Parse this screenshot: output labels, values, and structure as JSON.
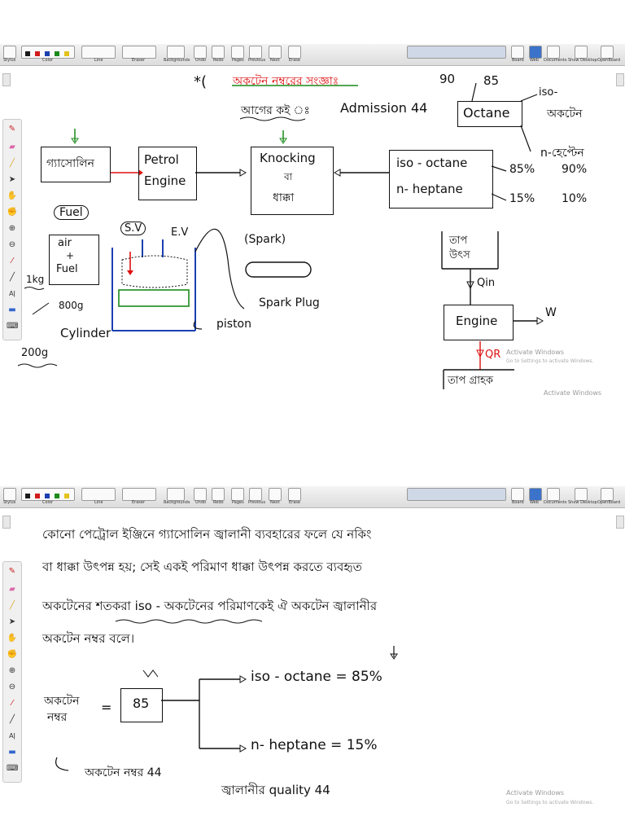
{
  "toolbar": {
    "labels": [
      "Stylus",
      "Color",
      "Line",
      "Eraser",
      "Backgrounds",
      "Undo",
      "Redo",
      "Pages",
      "Previous",
      "Next",
      "Erase"
    ],
    "right_labels": [
      "Board",
      "Web",
      "Documents",
      "Show Desktop",
      "OpenBoard"
    ],
    "palette": [
      "#1a1a1a",
      "#d11a1a",
      "#1a3fb0",
      "#1a8a1a",
      "#e3c21a"
    ]
  },
  "sidebar_tools": [
    "pen-icon",
    "marker-icon",
    "highlighter-icon",
    "pointer-icon",
    "hand-icon",
    "zoom-in-icon",
    "zoom-out-icon",
    "laser-icon",
    "line-icon",
    "text-icon",
    "capture-icon",
    "keyboard-icon"
  ],
  "slide1": {
    "title": "অকটেন নম্বরের সংজ্ঞাঃ",
    "subtitle_prefix": "আগের কই ঃ",
    "subtitle_tag": "Admission 44",
    "star": "*(",
    "left_box": "গ্যাসোলিন",
    "fuel_label": "Fuel",
    "petrol_engine": [
      "Petrol",
      "Engine"
    ],
    "knocking_box": [
      "Knocking",
      "বা",
      "ধাক্কা"
    ],
    "iso_box": [
      "iso - octane",
      "n- heptane"
    ],
    "octane_box": "Octane",
    "octane_num_top": "90",
    "octane_num_top2": "85",
    "iso_label_right": [
      "iso-",
      "অকটেন"
    ],
    "n_heptane_label": "n-হেপ্টেন",
    "pct_85": "85%",
    "pct_90": "90%",
    "pct_15": "15%",
    "pct_10": "10%",
    "air_fuel": [
      "air",
      "+",
      "Fuel"
    ],
    "sv": "S.V",
    "ev": "E.V",
    "spark": "(Spark)",
    "spark_plug": "Spark Plug",
    "piston": "piston",
    "cylinder": "Cylinder",
    "w_1kg": "1kg",
    "w_800": "800g",
    "w_200": "200g",
    "heat_source": [
      "তাপ",
      "উৎস"
    ],
    "q_in": "Qin",
    "engine": "Engine",
    "work": "W",
    "q_r": "QR",
    "heat_sink": "তাপ গ্রাহক",
    "watermark": "Activate Windows",
    "watermark_sub": "Go to Settings to activate Windows.",
    "watermark_bottom": "Activate Windows"
  },
  "slide2": {
    "line1": "কোনো পেট্রোল ইঞ্জিনে গ্যাসোলিন জ্বালানী ব্যবহারের ফলে যে নকিং",
    "line2": "বা ধাক্কা উৎপন্ন হয়; সেই একই পরিমাণ ধাক্কা উৎপন্ন করতে ব্যবহৃত",
    "line3": "অকটেনের শতকরা iso - অকটেনের পরিমাণকেই ঐ অকটেন জ্বালানীর",
    "line4": "অকটেন নম্বর বলে।",
    "octane_number_label": [
      "অকটেন",
      "নম্বর"
    ],
    "equals": "=",
    "box_value": "85",
    "iso_line": "iso - octane = 85%",
    "hep_line": "n- heptane = 15%",
    "bottom_note": "অকটেন নম্বর 44",
    "quality_note": "জ্বালানীর quality 44",
    "watermark": "Activate Windows",
    "watermark_sub": "Go to Settings to activate Windows."
  }
}
